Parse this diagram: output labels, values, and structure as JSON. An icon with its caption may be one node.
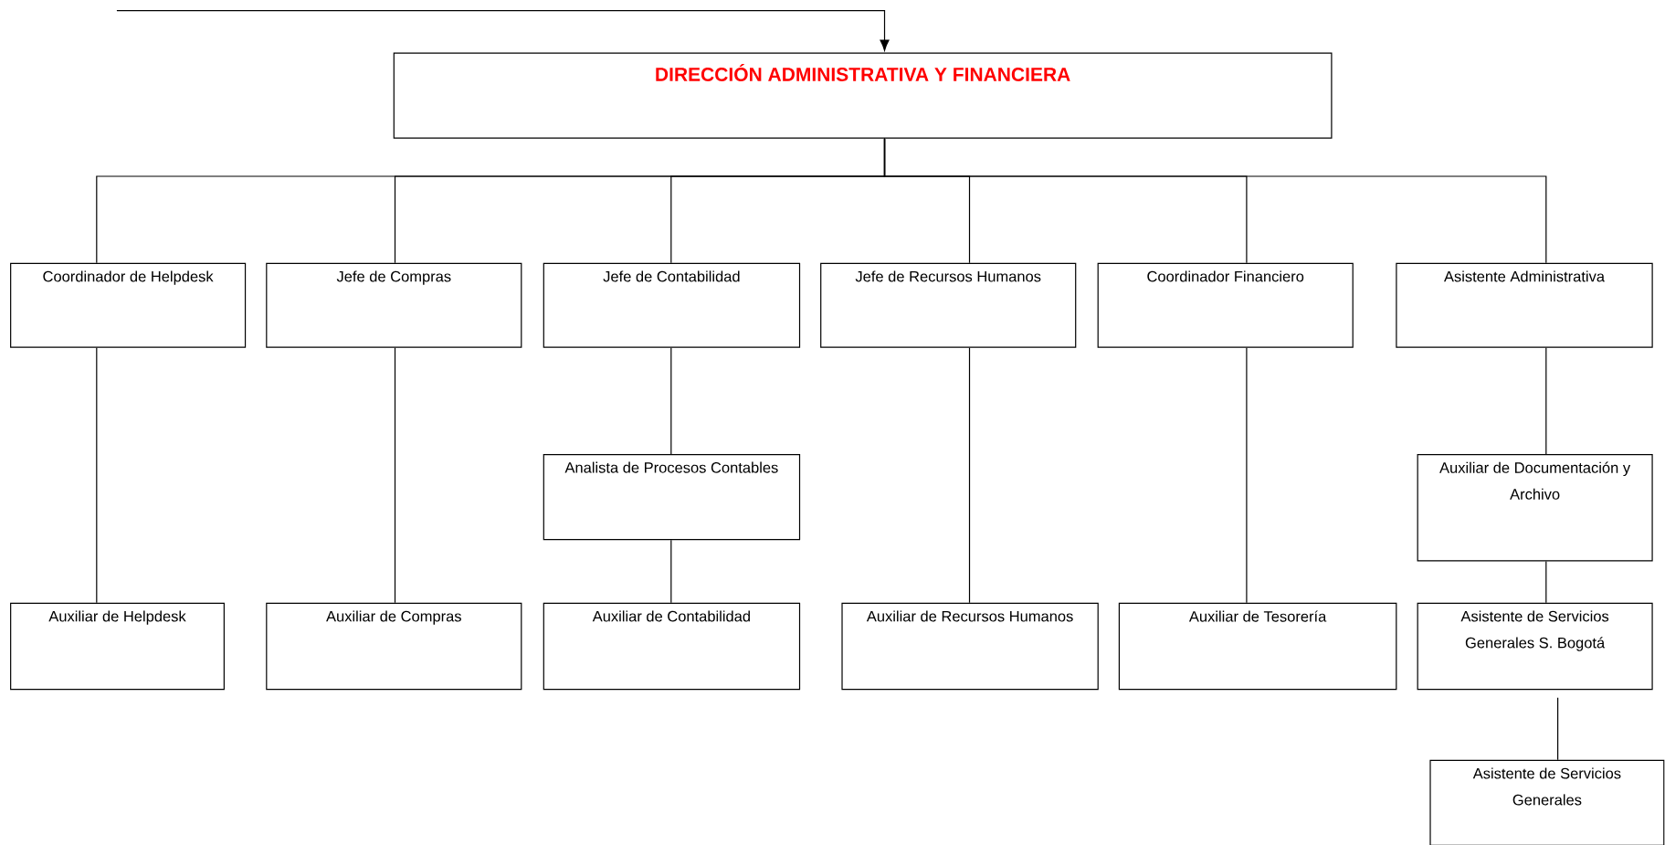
{
  "diagram": {
    "nodes": [
      {
        "text": [
          "DIRECCIÓN ADMINISTRATIVA Y FINANCIERA"
        ]
      },
      {
        "text": [
          "Coordinador de Helpdesk"
        ]
      },
      {
        "text": [
          "Jefe de Compras"
        ]
      },
      {
        "text": [
          "Jefe de Contabilidad"
        ]
      },
      {
        "text": [
          "Jefe de Recursos Humanos"
        ]
      },
      {
        "text": [
          "Coordinador Financiero"
        ]
      },
      {
        "text": [
          "Asistente Administrativa"
        ]
      },
      {
        "text": [
          "Analista de Procesos Contables"
        ]
      },
      {
        "text": [
          "Auxiliar de Documentación y Archivo"
        ]
      },
      {
        "text": [
          "Auxiliar de Helpdesk"
        ]
      },
      {
        "text": [
          "Auxiliar de Compras"
        ]
      },
      {
        "text": [
          "Auxiliar de Contabilidad"
        ]
      },
      {
        "text": [
          "Auxiliar de Recursos Humanos"
        ]
      },
      {
        "text": [
          "Auxiliar de Tesorería"
        ]
      },
      {
        "text": [
          "Asistente de Servicios Generales S. Bogotá"
        ]
      },
      {
        "text": [
          "Asistente de Servicios Generales"
        ]
      }
    ],
    "edges": [
      {
        "from": null,
        "to": 0,
        "arrow": "to"
      },
      {
        "from": 0,
        "to": 1,
        "arrow": "none"
      },
      {
        "from": 0,
        "to": 2,
        "arrow": "none"
      },
      {
        "from": 0,
        "to": 3,
        "arrow": "none"
      },
      {
        "from": 0,
        "to": 4,
        "arrow": "none"
      },
      {
        "from": 0,
        "to": 5,
        "arrow": "none"
      },
      {
        "from": 0,
        "to": 6,
        "arrow": "none"
      },
      {
        "from": 1,
        "to": 9,
        "arrow": "none"
      },
      {
        "from": 2,
        "to": 10,
        "arrow": "none"
      },
      {
        "from": 3,
        "to": 7,
        "arrow": "none"
      },
      {
        "from": 7,
        "to": 11,
        "arrow": "none"
      },
      {
        "from": 4,
        "to": 12,
        "arrow": "none"
      },
      {
        "from": 5,
        "to": 13,
        "arrow": "none"
      },
      {
        "from": 6,
        "to": 8,
        "arrow": "none"
      },
      {
        "from": 8,
        "to": 14,
        "arrow": "none"
      },
      {
        "from": 14,
        "to": 15,
        "arrow": "none"
      }
    ]
  }
}
